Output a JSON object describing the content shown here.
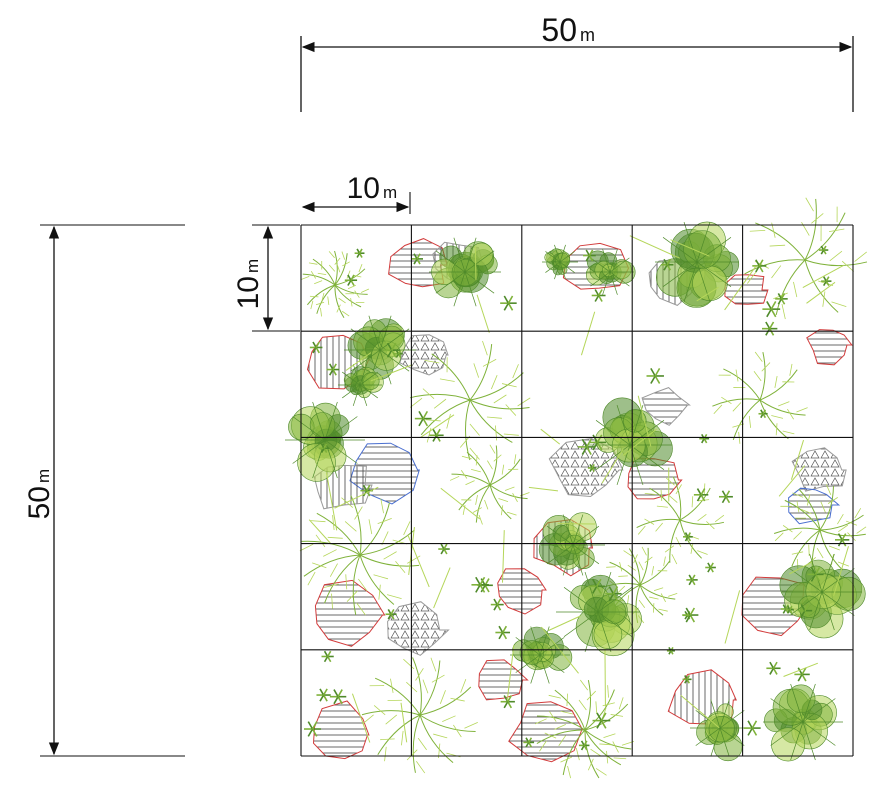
{
  "dimensions": {
    "top_width": {
      "value": "50",
      "unit": "m"
    },
    "cell_width": {
      "value": "10",
      "unit": "m"
    },
    "cell_height": {
      "value": "10",
      "unit": "m"
    },
    "left_height": {
      "value": "50",
      "unit": "m"
    }
  },
  "grid": {
    "columns": 5,
    "rows": 5
  },
  "colors": {
    "line": "#111111",
    "plant_light": "#b5d65a",
    "plant_mid": "#7fb23a",
    "plant_dark": "#4f8a2a",
    "outline": "#9a9a9a",
    "boundary_red": "#d23c3c",
    "boundary_blue": "#4a6fd0"
  }
}
